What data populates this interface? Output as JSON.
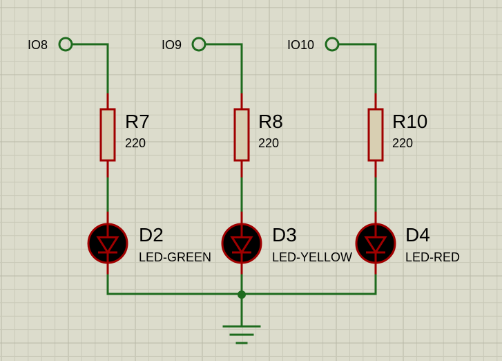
{
  "colors": {
    "background": "#dcdccc",
    "grid_minor": "#c9c9b8",
    "grid_major": "#b8b8a6",
    "wire": "#1e6b1e",
    "component_outline": "#a00000",
    "resistor_fill": "#d8cfb2",
    "led_fill": "#000000"
  },
  "branches": [
    {
      "terminal": "IO8",
      "resistor": {
        "ref": "R7",
        "value": "220"
      },
      "led": {
        "ref": "D2",
        "value": "LED-GREEN"
      }
    },
    {
      "terminal": "IO9",
      "resistor": {
        "ref": "R8",
        "value": "220"
      },
      "led": {
        "ref": "D3",
        "value": "LED-YELLOW"
      }
    },
    {
      "terminal": "IO10",
      "resistor": {
        "ref": "R10",
        "value": "220"
      },
      "led": {
        "ref": "D4",
        "value": "LED-RED"
      }
    }
  ],
  "symbols": [
    "ground-icon",
    "junction-dot"
  ]
}
